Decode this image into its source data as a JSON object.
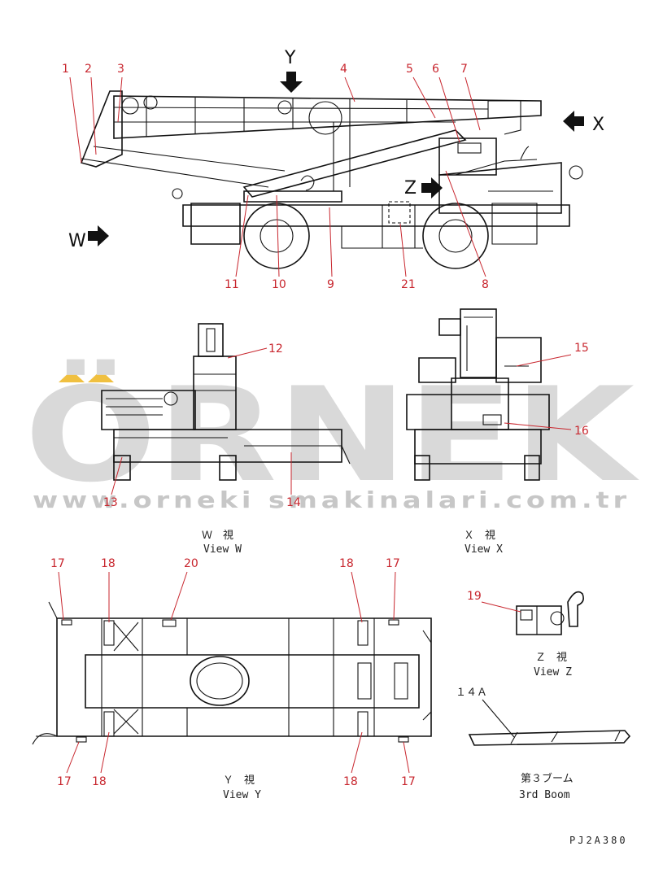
{
  "watermark": {
    "brand": "ÖRNEK",
    "url": "www.orneki smakinalari.com.tr",
    "accent": "#f0c040"
  },
  "view_letters": {
    "y": "Y",
    "x": "X",
    "w": "W",
    "z": "Z"
  },
  "callouts": {
    "c1": "1",
    "c2": "2",
    "c3": "3",
    "c4": "4",
    "c5": "5",
    "c6": "6",
    "c7": "7",
    "c8": "8",
    "c9": "9",
    "c10": "10",
    "c11": "11",
    "c12": "12",
    "c13": "13",
    "c14": "14",
    "c15": "15",
    "c16": "16",
    "c17a": "17",
    "c17b": "17",
    "c17c": "17",
    "c17d": "17",
    "c18a": "18",
    "c18b": "18",
    "c18c": "18",
    "c18d": "18",
    "c19": "19",
    "c20": "20",
    "c21": "21",
    "c14a": "１４Ａ"
  },
  "captions": {
    "view_w_jp": "Ｗ　視",
    "view_w_en": "View W",
    "view_x_jp": "Ｘ　視",
    "view_x_en": "View X",
    "view_z_jp": "Ｚ　視",
    "view_z_en": "View Z",
    "view_y_jp": "Ｙ　視",
    "view_y_en": "View Y",
    "boom_jp": "第３ブーム",
    "boom_en": "3rd Boom"
  },
  "drawing_code": "PJ2A380",
  "colors": {
    "callout": "#c8262e",
    "ink": "#111111"
  }
}
